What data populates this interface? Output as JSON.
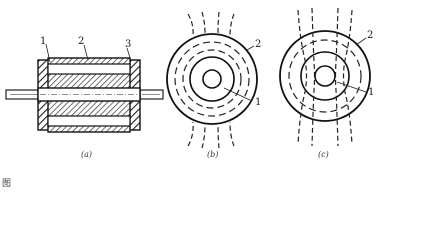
{
  "figure": {
    "panel_a": {
      "sublabel": "(a)",
      "callouts": [
        "1",
        "2",
        "3"
      ]
    },
    "panel_b": {
      "sublabel": "(b)",
      "callouts": [
        "2",
        "1"
      ]
    },
    "panel_c": {
      "sublabel": "(c)",
      "callouts": [
        "2",
        "1"
      ]
    },
    "caption_fragment": "图"
  }
}
